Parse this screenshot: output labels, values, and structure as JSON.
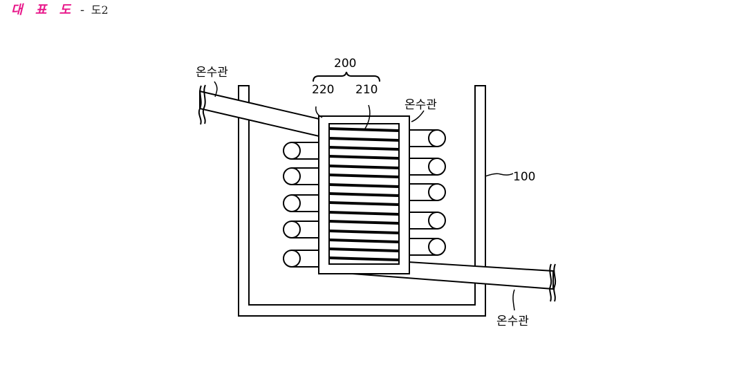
{
  "header": {
    "title": "대 표 도",
    "separator": "-",
    "figure_ref": "도2",
    "title_color": "#e8178a"
  },
  "figure": {
    "labels": {
      "pipe_top_left": "온수관",
      "pipe_right": "온수관",
      "pipe_bottom": "온수관",
      "assembly": "200",
      "frame": "220",
      "core": "210",
      "tank": "100"
    }
  }
}
